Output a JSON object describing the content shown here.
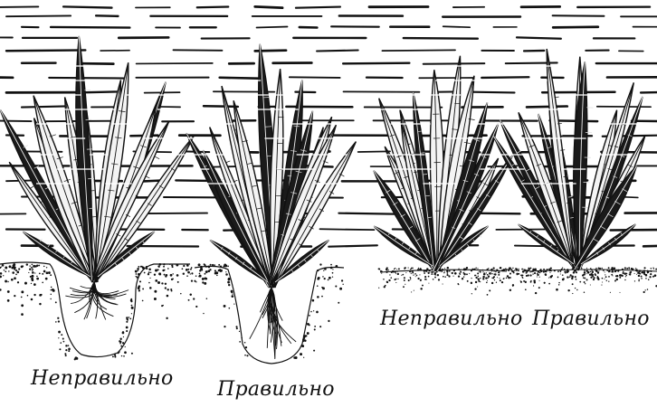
{
  "figure": {
    "panels": [
      {
        "id": "deep-pit-wrong",
        "caption": "Неправильно"
      },
      {
        "id": "deep-pit-right",
        "caption": "Правильно"
      },
      {
        "id": "surface-wrong",
        "caption": "Неправильно"
      },
      {
        "id": "surface-right",
        "caption": "Правильно"
      }
    ]
  }
}
